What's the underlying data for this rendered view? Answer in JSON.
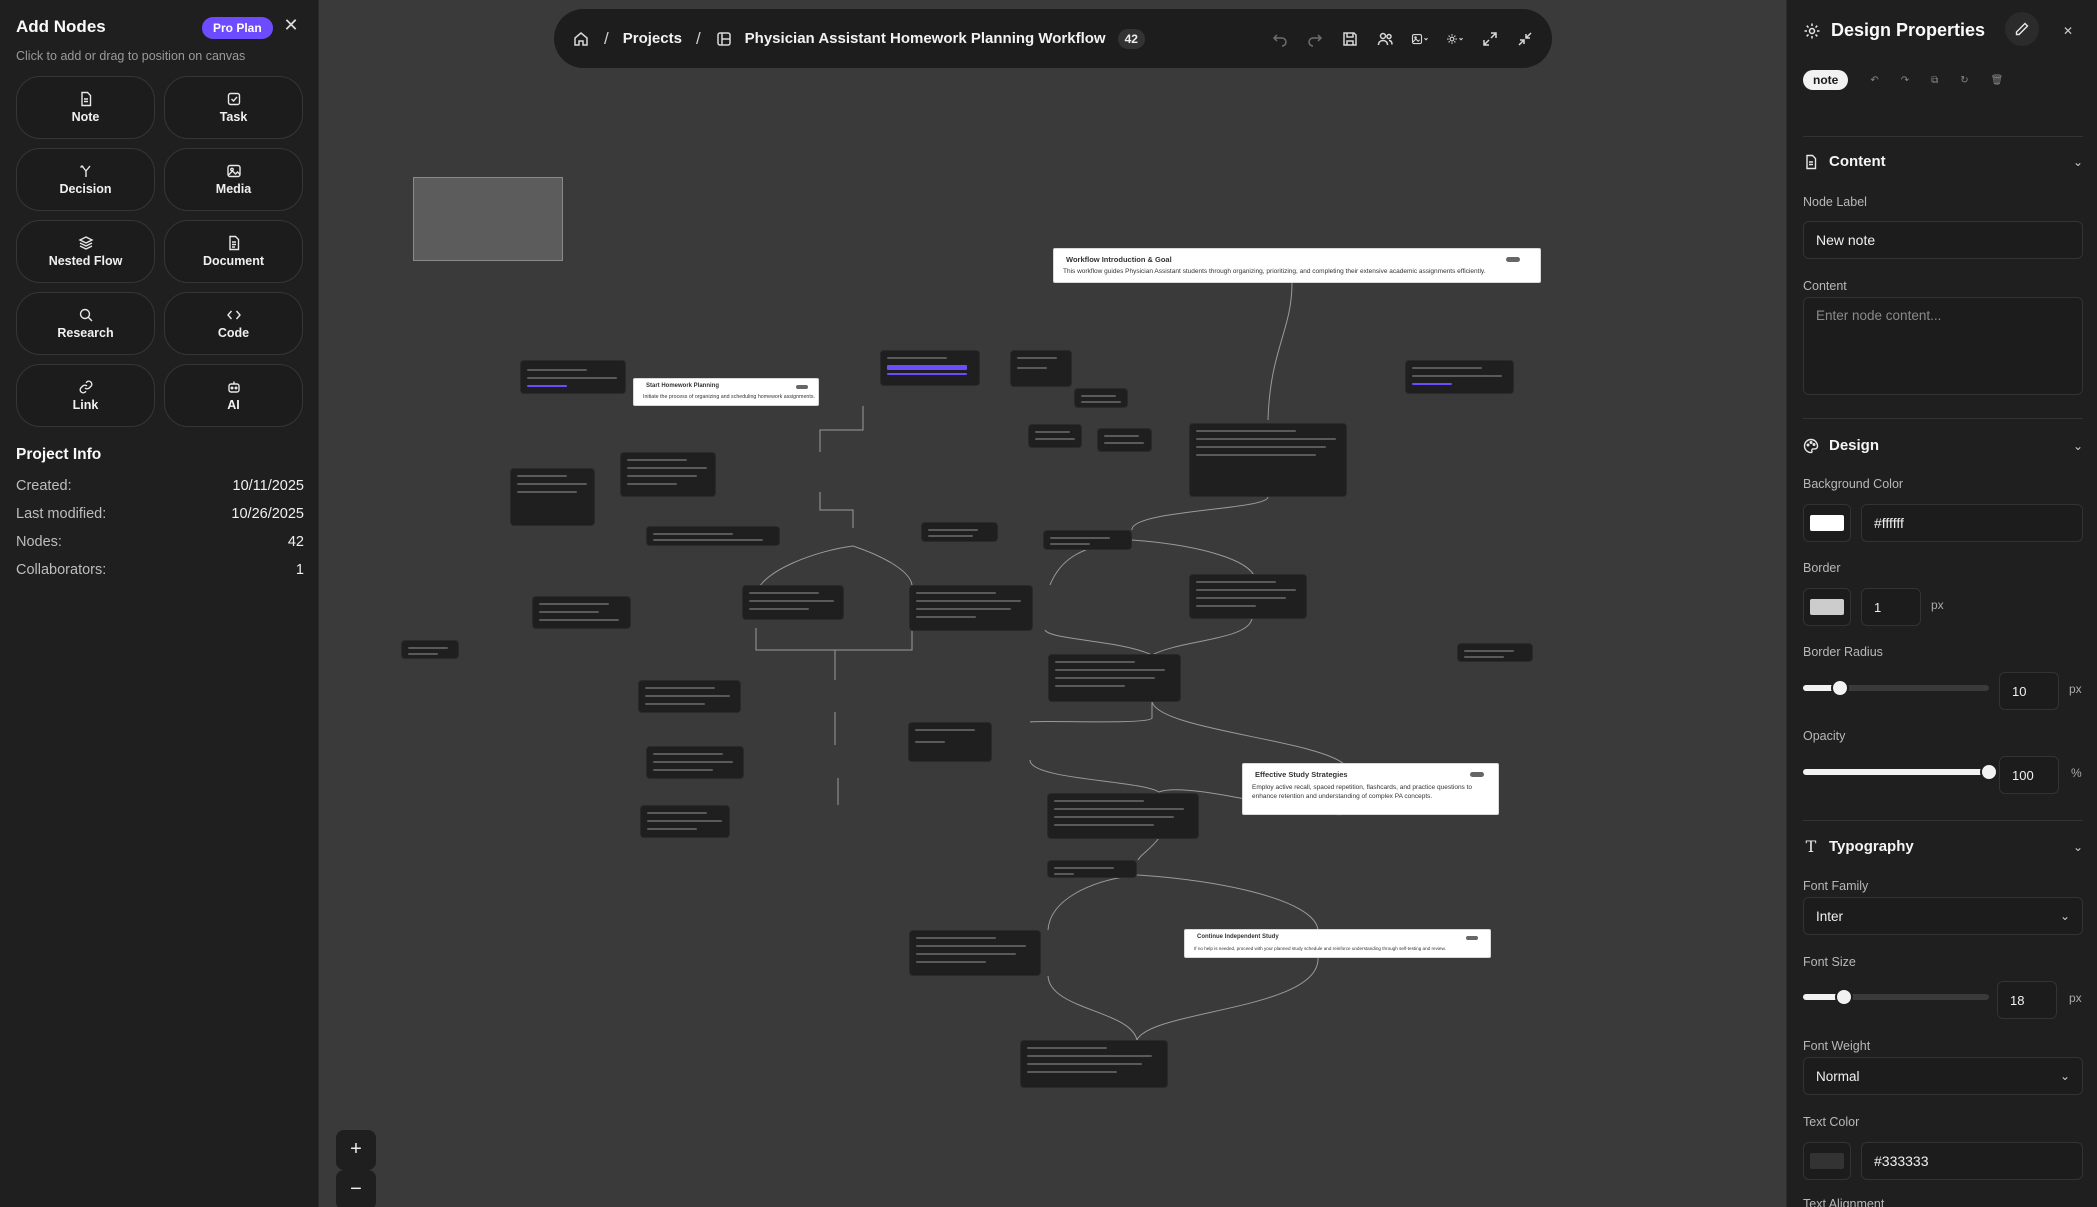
{
  "left_panel": {
    "title": "Add Nodes",
    "plan_badge": "Pro Plan",
    "subtitle": "Click to add or drag to position on canvas",
    "node_types": [
      {
        "label": "Note",
        "icon": "note-icon"
      },
      {
        "label": "Task",
        "icon": "task-icon"
      },
      {
        "label": "Decision",
        "icon": "decision-icon"
      },
      {
        "label": "Media",
        "icon": "media-icon"
      },
      {
        "label": "Nested Flow",
        "icon": "layers-icon"
      },
      {
        "label": "Document",
        "icon": "document-icon"
      },
      {
        "label": "Research",
        "icon": "search-icon"
      },
      {
        "label": "Code",
        "icon": "code-icon"
      },
      {
        "label": "Link",
        "icon": "link-icon"
      },
      {
        "label": "AI",
        "icon": "robot-icon"
      }
    ],
    "project_info": {
      "title": "Project Info",
      "rows": [
        {
          "label": "Created:",
          "value": "10/11/2025"
        },
        {
          "label": "Last modified:",
          "value": "10/26/2025"
        },
        {
          "label": "Nodes:",
          "value": "42"
        },
        {
          "label": "Collaborators:",
          "value": "1"
        }
      ]
    }
  },
  "toolbar": {
    "breadcrumb_projects": "Projects",
    "breadcrumb_workflow": "Physician Assistant Homework Planning Workflow",
    "node_count": "42"
  },
  "canvas_notes": {
    "intro_title": "Workflow Introduction & Goal",
    "intro_content": "This workflow guides Physician Assistant students through organizing, prioritizing, and completing their extensive academic assignments efficiently.",
    "start_title": "Start Homework Planning",
    "start_content": "Initiate the process of organizing and scheduling homework assignments.",
    "study_title": "Effective Study Strategies",
    "study_content": "Employ active recall, spaced repetition, flashcards, and practice questions to enhance retention and understanding of complex PA concepts.",
    "continue_title": "Continue Independent Study",
    "continue_content": "If no help is needed, proceed with your planned study schedule and reinforce understanding through self-testing and review."
  },
  "zoom": {
    "in": "+",
    "out": "−"
  },
  "right_panel": {
    "title": "Design Properties",
    "node_type_tag": "note",
    "content_section": "Content",
    "node_label_label": "Node Label",
    "node_label_value": "New note",
    "content_label": "Content",
    "content_placeholder": "Enter node content...",
    "design_section": "Design",
    "bg_color_label": "Background Color",
    "bg_color_value": "#ffffff",
    "border_label": "Border",
    "border_width": "1",
    "border_unit": "px",
    "radius_label": "Border Radius",
    "radius_value": "10",
    "radius_unit": "px",
    "opacity_label": "Opacity",
    "opacity_value": "100",
    "opacity_unit": "%",
    "typography_section": "Typography",
    "font_family_label": "Font Family",
    "font_family_value": "Inter",
    "font_size_label": "Font Size",
    "font_size_value": "18",
    "font_size_unit": "px",
    "font_weight_label": "Font Weight",
    "font_weight_value": "Normal",
    "text_color_label": "Text Color",
    "text_color_value": "#333333",
    "text_align_label": "Text Alignment"
  },
  "colors": {
    "accent": "#6d4cff",
    "canvas_bg": "#3a3a3a",
    "panel_bg": "#1f1f1f",
    "border_color": "#cccccc"
  },
  "sliders": {
    "radius_fraction": 0.2,
    "opacity_fraction": 1.0,
    "font_size_fraction": 0.22
  }
}
